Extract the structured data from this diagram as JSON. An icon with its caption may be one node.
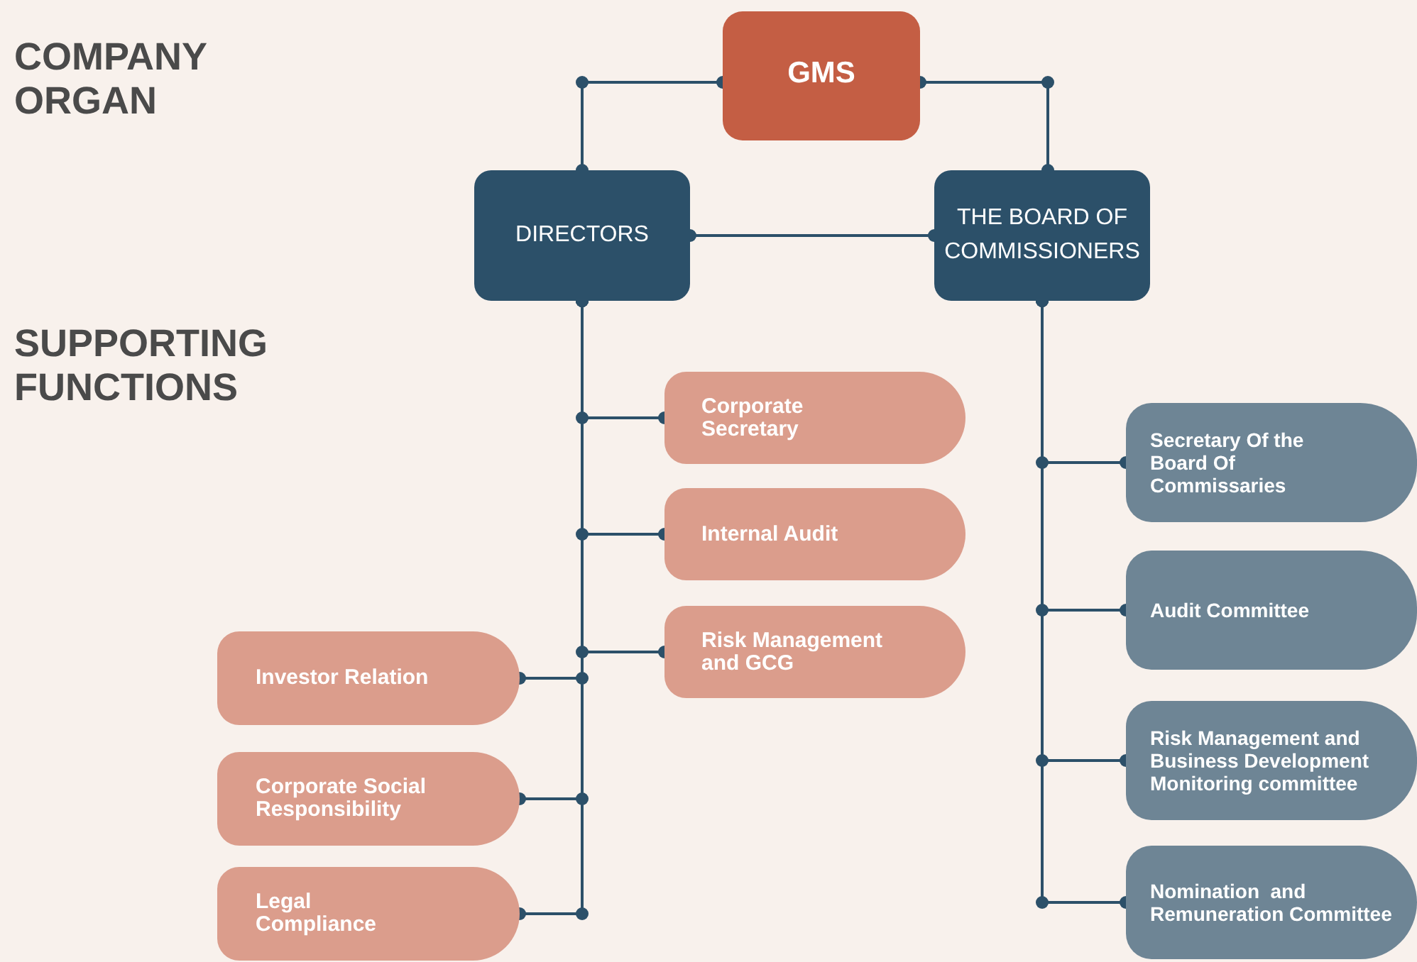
{
  "diagram": {
    "nodes": [
      {
        "text": [
          "GMS"
        ]
      },
      {
        "text": [
          "DIRECTORS"
        ]
      },
      {
        "text": [
          "THE BOARD OF COMMISSIONERS"
        ]
      },
      {
        "text": [
          "Corporate Secretary"
        ]
      },
      {
        "text": [
          "Internal Audit"
        ]
      },
      {
        "text": [
          "Risk Management and GCG"
        ]
      },
      {
        "text": [
          "Investor Relation"
        ]
      },
      {
        "text": [
          "Corporate Social Responsibility"
        ]
      },
      {
        "text": [
          "Legal Compliance"
        ]
      },
      {
        "text": [
          "Secretary Of the Board Of Commissaries"
        ]
      },
      {
        "text": [
          "Audit Committee"
        ]
      },
      {
        "text": [
          "Risk Management and Business Development Monitoring committee"
        ]
      },
      {
        "text": [
          "Nomination  and Remuneration Committee"
        ]
      }
    ],
    "edges": [
      {
        "from": 0,
        "to": 1,
        "arrow": "other"
      },
      {
        "from": 0,
        "to": 2,
        "arrow": "other"
      },
      {
        "from": 1,
        "to": 2,
        "arrow": "other"
      },
      {
        "from": 1,
        "to": 3,
        "arrow": "other"
      },
      {
        "from": 1,
        "to": 4,
        "arrow": "other"
      },
      {
        "from": 1,
        "to": 5,
        "arrow": "other"
      },
      {
        "from": 1,
        "to": 6,
        "arrow": "other"
      },
      {
        "from": 1,
        "to": 7,
        "arrow": "other"
      },
      {
        "from": 1,
        "to": 8,
        "arrow": "other"
      },
      {
        "from": 2,
        "to": 9,
        "arrow": "other"
      },
      {
        "from": 2,
        "to": 10,
        "arrow": "other"
      },
      {
        "from": 2,
        "to": 11,
        "arrow": "other"
      },
      {
        "from": 2,
        "to": 12,
        "arrow": "other"
      }
    ],
    "labels": [
      "COMPANY ORGAN",
      "SUPPORTING FUNCTIONS"
    ]
  }
}
